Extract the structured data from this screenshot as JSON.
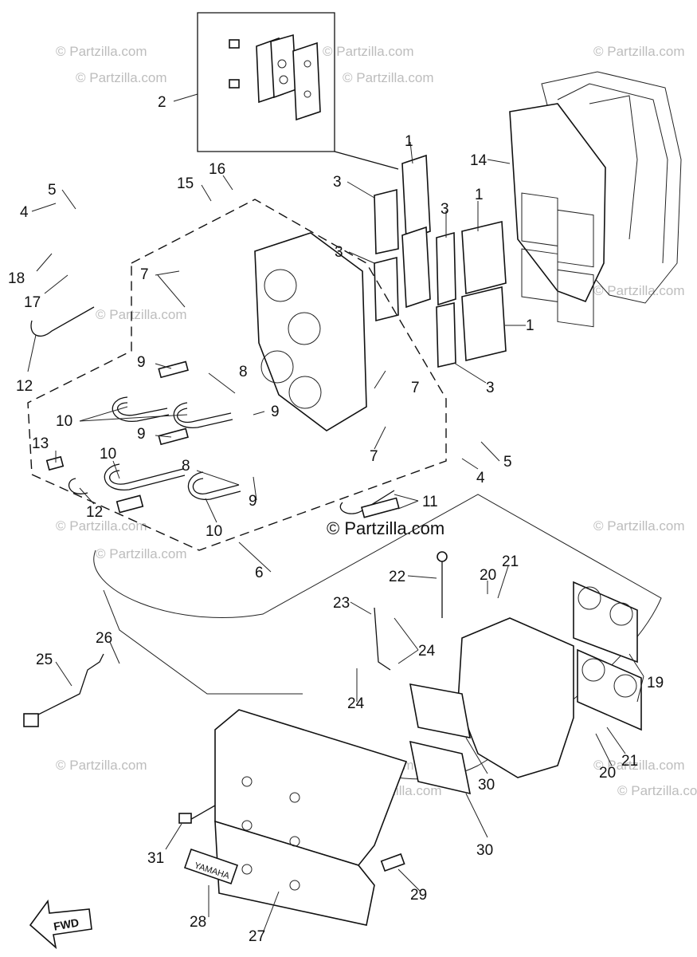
{
  "watermark_text": "© Partzilla.com",
  "copyright_text": "© Partzilla.com",
  "callouts": [
    "1",
    "1",
    "1",
    "2",
    "3",
    "3",
    "3",
    "3",
    "4",
    "4",
    "5",
    "5",
    "6",
    "7",
    "7",
    "7",
    "8",
    "8",
    "9",
    "9",
    "9",
    "9",
    "10",
    "10",
    "10",
    "11",
    "12",
    "12",
    "13",
    "14",
    "15",
    "16",
    "17",
    "18",
    "19",
    "20",
    "20",
    "21",
    "21",
    "22",
    "23",
    "24",
    "24",
    "25",
    "26",
    "27",
    "28",
    "29",
    "30",
    "30",
    "31"
  ],
  "fwd_label": "FWD",
  "badge_text": "YAMAHA"
}
